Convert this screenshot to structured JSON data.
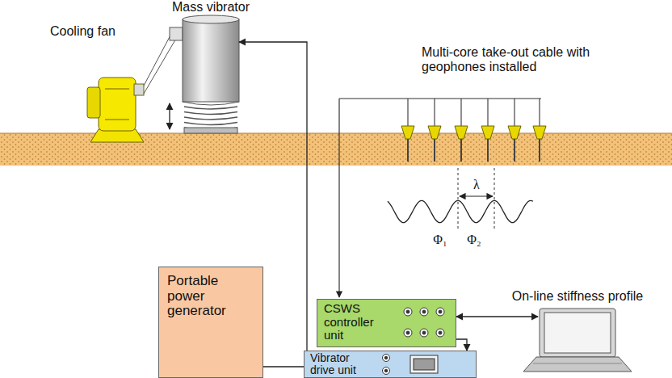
{
  "diagram": {
    "nodes": [
      {
        "text": [
          "Mass vibrator"
        ]
      },
      {
        "text": [
          "Portable power generator"
        ]
      },
      {
        "text": [
          "CSWS controller unit"
        ]
      },
      {
        "text": [
          "On-line stiffness profile"
        ]
      },
      {
        "text": [
          "Vibrator drive unit"
        ]
      }
    ],
    "edges": [
      {
        "from": 4,
        "to": 0,
        "arrow": "to"
      },
      {
        "from": 1,
        "to": 4,
        "arrow": "none"
      },
      {
        "from": 2,
        "to": 4,
        "arrow": "to"
      },
      {
        "from": 2,
        "to": 3,
        "arrow": "both"
      }
    ],
    "labels": [
      "Cooling fan",
      "Multi-core take-out cable with geophones installed",
      "λ",
      "Φ₁",
      "Φ₂"
    ]
  }
}
